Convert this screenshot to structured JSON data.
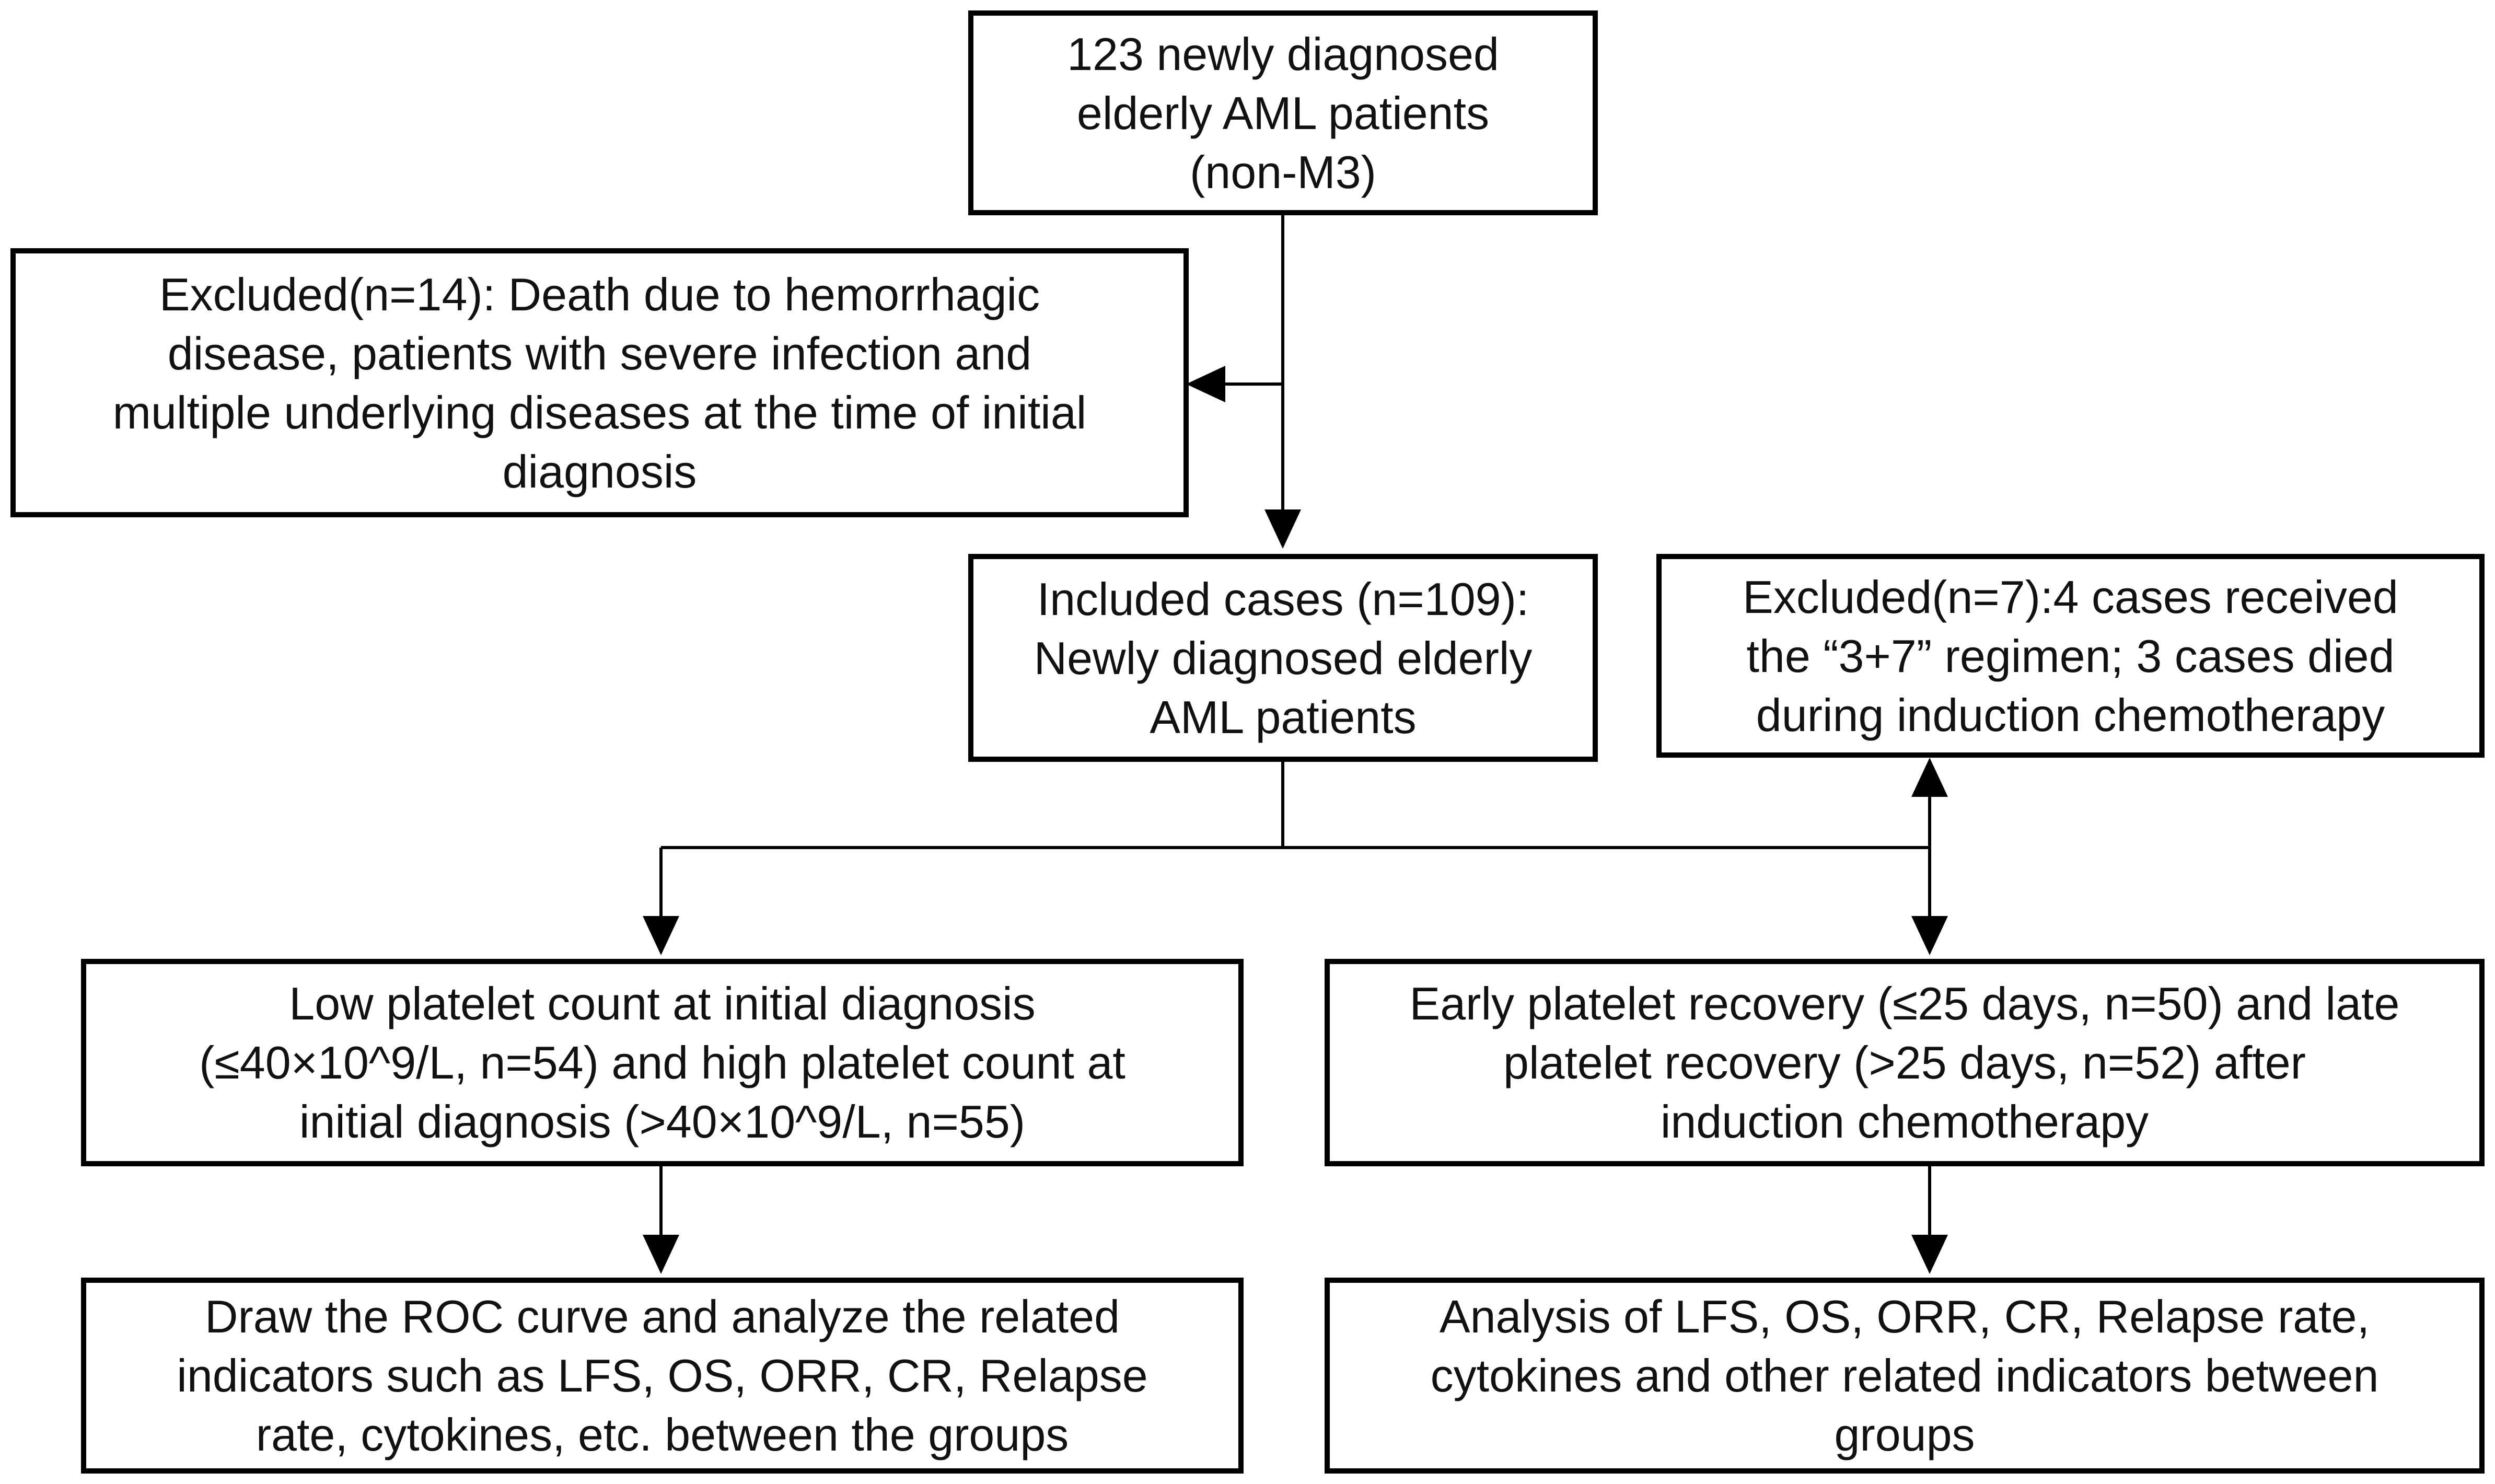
{
  "boxes": {
    "start": "123 newly diagnosed\nelderly AML patients\n(non-M3)",
    "excluded_initial": "Excluded(n=14): Death due to hemorrhagic\ndisease, patients with severe infection and\nmultiple underlying diseases at the time of initial\ndiagnosis",
    "included": "Included cases (n=109):\nNewly diagnosed elderly\nAML patients",
    "excluded_induction": "Excluded(n=7):4 cases received\nthe “3+7” regimen; 3 cases died\nduring induction chemotherapy",
    "low_high_platelet": "Low platelet count at initial diagnosis\n(≤40×10^9/L, n=54) and high platelet count at\ninitial diagnosis (>40×10^9/L, n=55)",
    "early_late_recovery": "Early platelet recovery (≤25 days, n=50) and late\nplatelet recovery (>25 days, n=52) after\ninduction chemotherapy",
    "roc_analysis": "Draw the ROC curve and analyze the related\nindicators such as LFS, OS, ORR, CR, Relapse\nrate, cytokines, etc. between the groups",
    "group_analysis": "Analysis of LFS, OS, ORR, CR, Relapse rate,\ncytokines and other related indicators between\ngroups"
  },
  "colors": {
    "stroke": "#000000",
    "text": "#111111",
    "background": "#ffffff"
  }
}
